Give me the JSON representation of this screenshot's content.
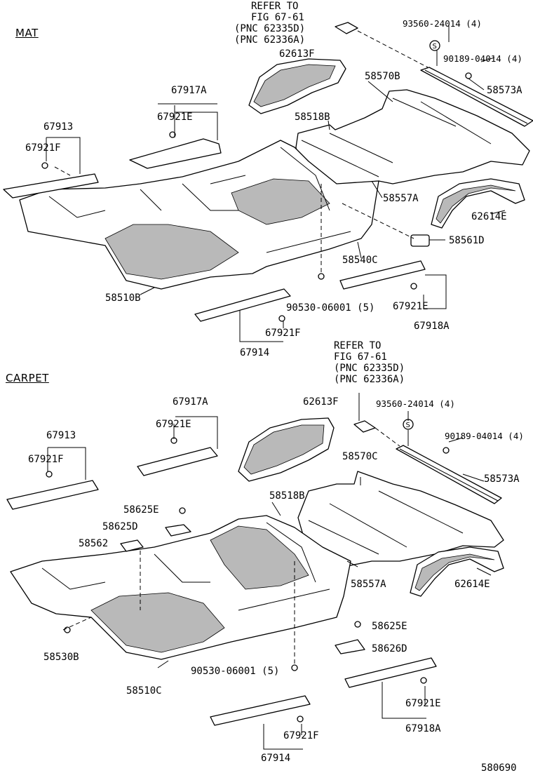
{
  "sections": {
    "mat": "MAT",
    "carpet": "CARPET"
  },
  "diagram_id": "580690",
  "mat": {
    "refer": [
      "REFER TO",
      "FIG 67-61",
      "(PNC 62335D)",
      "(PNC 62336A)"
    ],
    "labels": {
      "p62613F": "62613F",
      "p93560": "93560-24014 (4)",
      "p90189": "90189-04014 (4)",
      "p58570B": "58570B",
      "p58573A": "58573A",
      "p67917A": "67917A",
      "p67921E_a": "67921E",
      "p58518B": "58518B",
      "p67913": "67913",
      "p67921F_a": "67921F",
      "p58557A": "58557A",
      "p62614E": "62614E",
      "p58561D": "58561D",
      "p58540C": "58540C",
      "p58510B": "58510B",
      "p67921E_b": "67921E",
      "p67918A": "67918A",
      "p90530": "90530-06001 (5)",
      "p67921F_b": "67921F",
      "p67914": "67914"
    }
  },
  "carpet": {
    "refer": [
      "REFER TO",
      "FIG 67-61",
      "(PNC 62335D)",
      "(PNC 62336A)"
    ],
    "labels": {
      "p67917A": "67917A",
      "p67921E_a": "67921E",
      "p62613F": "62613F",
      "p93560": "93560-24014 (4)",
      "p90189": "90189-04014 (4)",
      "p67913": "67913",
      "p67921F_a": "67921F",
      "p58570C": "58570C",
      "p58573A": "58573A",
      "p58625E_a": "58625E",
      "p58518B": "58518B",
      "p58625D": "58625D",
      "p58562": "58562",
      "p58557A": "58557A",
      "p62614E": "62614E",
      "p58530B": "58530B",
      "p58625E_b": "58625E",
      "p58626D": "58626D",
      "p90530": "90530-06001 (5)",
      "p58510C": "58510C",
      "p67921E_b": "67921E",
      "p67918A": "67918A",
      "p67921F_b": "67921F",
      "p67914": "67914"
    }
  }
}
